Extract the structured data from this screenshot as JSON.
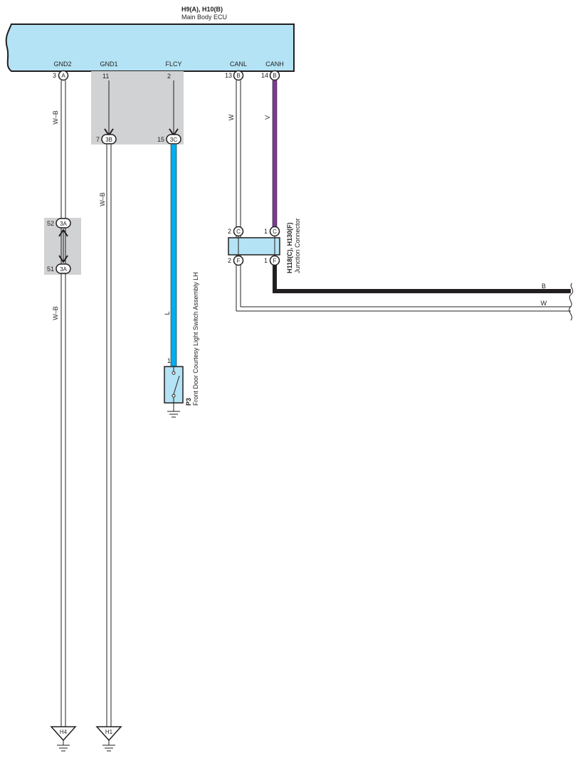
{
  "ecu": {
    "title": "H9(A), H10(B)",
    "subtitle": "Main Body ECU",
    "pins": {
      "gnd2": {
        "label": "GND2",
        "num": "3",
        "conn": "A"
      },
      "gnd1": {
        "label": "GND1",
        "num": "11"
      },
      "flcy": {
        "label": "FLCY",
        "num": "2"
      },
      "canl": {
        "label": "CANL",
        "num": "13",
        "conn": "B"
      },
      "canh": {
        "label": "CANH",
        "num": "14",
        "conn": "B"
      }
    }
  },
  "junction_3b": {
    "num": "7",
    "conn": "3B"
  },
  "junction_3c": {
    "num": "15",
    "conn": "3C"
  },
  "junction_3a_top": {
    "num": "52",
    "conn": "3A"
  },
  "junction_3a_bottom": {
    "num": "51",
    "conn": "3A"
  },
  "wires": {
    "gnd2_upper": "W–B",
    "gnd2_lower": "W–B",
    "gnd1": "W–B",
    "flcy": "L",
    "canl": "W",
    "canh": "V",
    "out_canh": "B",
    "out_canl": "W"
  },
  "jc": {
    "title": "H118(C), H130(F)",
    "subtitle": "Junction Connector",
    "pins": {
      "top_left": {
        "num": "2",
        "conn": "C"
      },
      "top_right": {
        "num": "1",
        "conn": "C"
      },
      "bottom_left": {
        "num": "2",
        "conn": "F"
      },
      "bottom_right": {
        "num": "1",
        "conn": "F"
      }
    }
  },
  "switch": {
    "pin": "1",
    "title": "P3",
    "subtitle": "Front Door Courtesy Light Switch Assembly LH"
  },
  "grounds": {
    "left": "H4",
    "right": "H1"
  },
  "colors": {
    "ecu_fill": "#b3e3f4",
    "junction_fill": "#d1d2d4",
    "wire_blue": "#00aeef",
    "wire_violet": "#7c3a96",
    "wire_black": "#231f20"
  }
}
